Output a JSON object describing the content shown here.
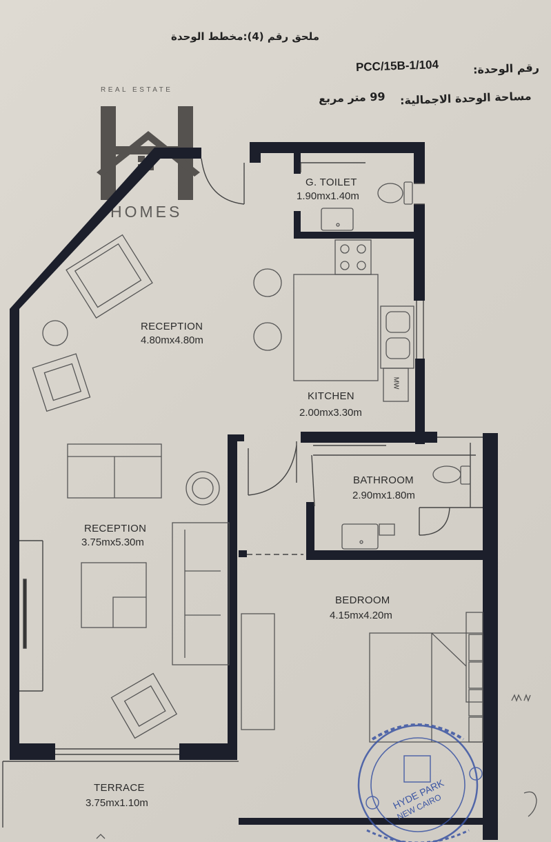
{
  "header": {
    "appendix_title": "ملحق رقم (4):مخطط الوحدة",
    "unit_number_label": "رقم الوحدة:",
    "unit_number": "PCC/15B-1/104",
    "area_label": "مساحة الوحدة الاجمالية:",
    "area_value": "99 متر مربع"
  },
  "logo": {
    "top_text": "REAL ESTATE",
    "bottom_text": "HOMES"
  },
  "rooms": {
    "g_toilet": {
      "name": "G. TOILET",
      "dims": "1.90mx1.40m"
    },
    "reception_upper": {
      "name": "RECEPTION",
      "dims": "4.80mx4.80m"
    },
    "kitchen": {
      "name": "KITCHEN",
      "dims": "2.00mx3.30m",
      "appliance": "MW"
    },
    "bathroom": {
      "name": "BATHROOM",
      "dims": "2.90mx1.80m"
    },
    "reception_lower": {
      "name": "RECEPTION",
      "dims": "3.75mx5.30m"
    },
    "bedroom": {
      "name": "BEDROOM",
      "dims": "4.15mx4.20m"
    },
    "terrace": {
      "name": "TERRACE",
      "dims": "3.75mx1.10m"
    }
  },
  "stamp": {
    "text_top": "HYDE PARK",
    "text_bottom": "NEW CAIRO"
  },
  "colors": {
    "paper": "#d9d5cd",
    "wall": "#1c1f2b",
    "furniture_line": "#555555",
    "stamp": "#3b55a3",
    "logo": "#5d5b58"
  }
}
